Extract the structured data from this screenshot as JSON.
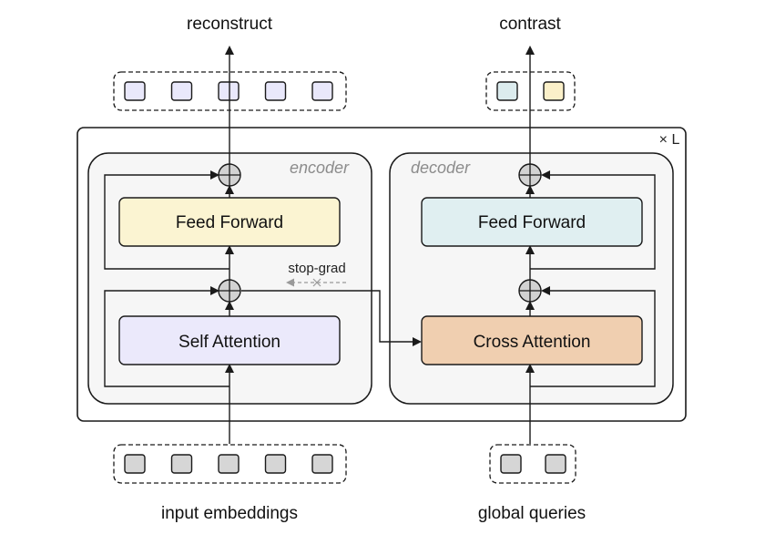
{
  "labels": {
    "reconstruct": "reconstruct",
    "contrast": "contrast",
    "repeat": "× L",
    "encoder": "encoder",
    "decoder": "decoder",
    "stop_grad": "stop-grad",
    "input_embeddings": "input embeddings",
    "global_queries": "global queries"
  },
  "blocks": {
    "enc_ff": "Feed Forward",
    "enc_sa": "Self Attention",
    "dec_ff": "Feed Forward",
    "dec_ca": "Cross Attention"
  },
  "tokens": {
    "reconstruct_count": 5,
    "contrast_count": 2,
    "input_count": 5,
    "queries_count": 2
  },
  "colors": {
    "feed_forward_encoder": "#fbf4d2",
    "feed_forward_decoder": "#e0eff1",
    "self_attention": "#ebe9fb",
    "cross_attention": "#f0cfb0",
    "token_reconstruct": "#e9e8fb",
    "token_contrast_1": "#dcecee",
    "token_contrast_2": "#fbf0c9",
    "token_input": "#d6d6d6",
    "module_bg": "#f6f6f6",
    "stroke": "#1a1a1a",
    "dashed_grey": "#9a9a9a"
  }
}
